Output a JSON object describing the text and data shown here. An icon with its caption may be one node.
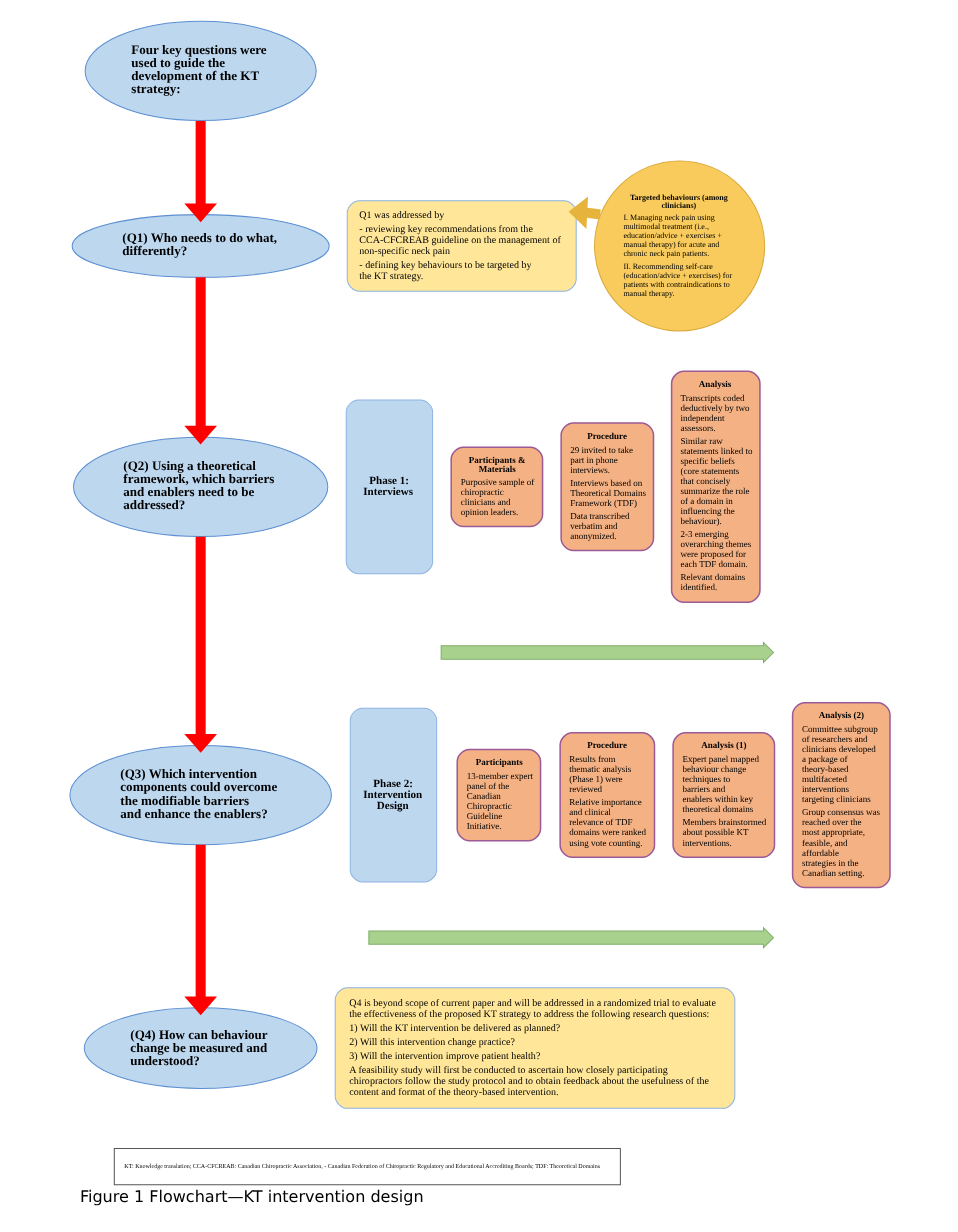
{
  "diagram": {
    "caption": "Figure 1 Flowchart—KT intervention design",
    "nodes": [
      {
        "text": [
          "Four key questions were used to guide the development of the KT strategy:"
        ]
      },
      {
        "text": [
          "(Q1) Who needs to do what, differently?"
        ]
      },
      {
        "text": [
          "Q1 was addressed by",
          "- reviewing key recommendations from the CCA-CFCREAB guideline on the management of non-specific neck pain",
          "- defining key behaviours to be targeted by the KT strategy."
        ]
      },
      {
        "text": [
          "Targeted behaviours (among clinicians)",
          "I. Managing neck pain using multimodal treatment (i.e., education/advice + exercises + manual therapy) for acute and chronic neck pain patients.",
          "II. Recommending self-care (education/advice + exercises) for patients with contraindications to manual therapy."
        ]
      },
      {
        "text": [
          "(Q2) Using a theoretical framework, which barriers and enablers need to be addressed?"
        ]
      },
      {
        "text": [
          "Phase 1: Interviews"
        ]
      },
      {
        "text": [
          "Participants & Materials",
          "Purposive sample of chiropractic clinicians and opinion leaders."
        ]
      },
      {
        "text": [
          "Procedure",
          "29 invited to take part in phone interviews.",
          "Interviews based on Theoretical Domains Framework (TDF)",
          "Data transcribed verbatim and anonymized."
        ]
      },
      {
        "text": [
          "Analysis",
          "Transcripts coded deductively by two independent assessors.",
          "Similar raw statements linked to specific beliefs (core statements that concisely summarize the role of a domain in influencing the behaviour).",
          "2-3 emerging overarching themes were proposed for each TDF domain.",
          "Relevant domains identified."
        ]
      },
      {
        "text": [
          "(Q3) Which intervention components could overcome the modifiable barriers and enhance the enablers?"
        ]
      },
      {
        "text": [
          "Phase 2: Intervention Design"
        ]
      },
      {
        "text": [
          "Participants",
          "13-member expert panel of the Canadian Chiropractic Guideline Initiative."
        ]
      },
      {
        "text": [
          "Procedure",
          "Results from thematic analysis (Phase 1) were reviewed",
          "Relative importance and clinical relevance of TDF domains were ranked using vote counting."
        ]
      },
      {
        "text": [
          "Analysis (1)",
          "Expert panel mapped behaviour change techniques to barriers and enablers within key theoretical domains",
          "Members brainstormed about possible KT interventions."
        ]
      },
      {
        "text": [
          "Analysis (2)",
          "Committee subgroup of researchers and clinicians developed a package of theory-based multifaceted interventions targeting clinicians",
          "Group consensus was reached over the most appropriate, feasible, and affordable strategies in the Canadian setting."
        ]
      },
      {
        "text": [
          "(Q4) How can behaviour change be measured and understood?"
        ]
      },
      {
        "text": [
          "Q4 is beyond scope of current paper and will be addressed in a randomized trial to evaluate the effectiveness of the proposed KT strategy to address the following research questions:",
          "1) Will the KT intervention be delivered as planned?",
          "2) Will this intervention change practice?",
          "3) Will the intervention improve patient health?",
          "A feasibility study will first be conducted to ascertain how closely participating chiropractors follow the study protocol and to obtain feedback about the usefulness of the content and format of the theory-based intervention."
        ]
      },
      {
        "text": [
          "KT: Knowledge translation; CCA-CFCREAB: Canadian Chiropractic Association, - Canadian Federation of Chiropractic Regulatory and Educational Accrediting Boards; TDF: Theoretical Domains"
        ]
      }
    ],
    "edges": [
      {
        "from": 0,
        "to": 1,
        "arrow": "to"
      },
      {
        "from": 3,
        "to": 2,
        "arrow": "to",
        "color": "#e6b43c"
      },
      {
        "from": 1,
        "to": 4,
        "arrow": "to"
      },
      {
        "from": 4,
        "to": 9,
        "arrow": "to"
      },
      {
        "from": 9,
        "to": 15,
        "arrow": "to"
      }
    ]
  }
}
